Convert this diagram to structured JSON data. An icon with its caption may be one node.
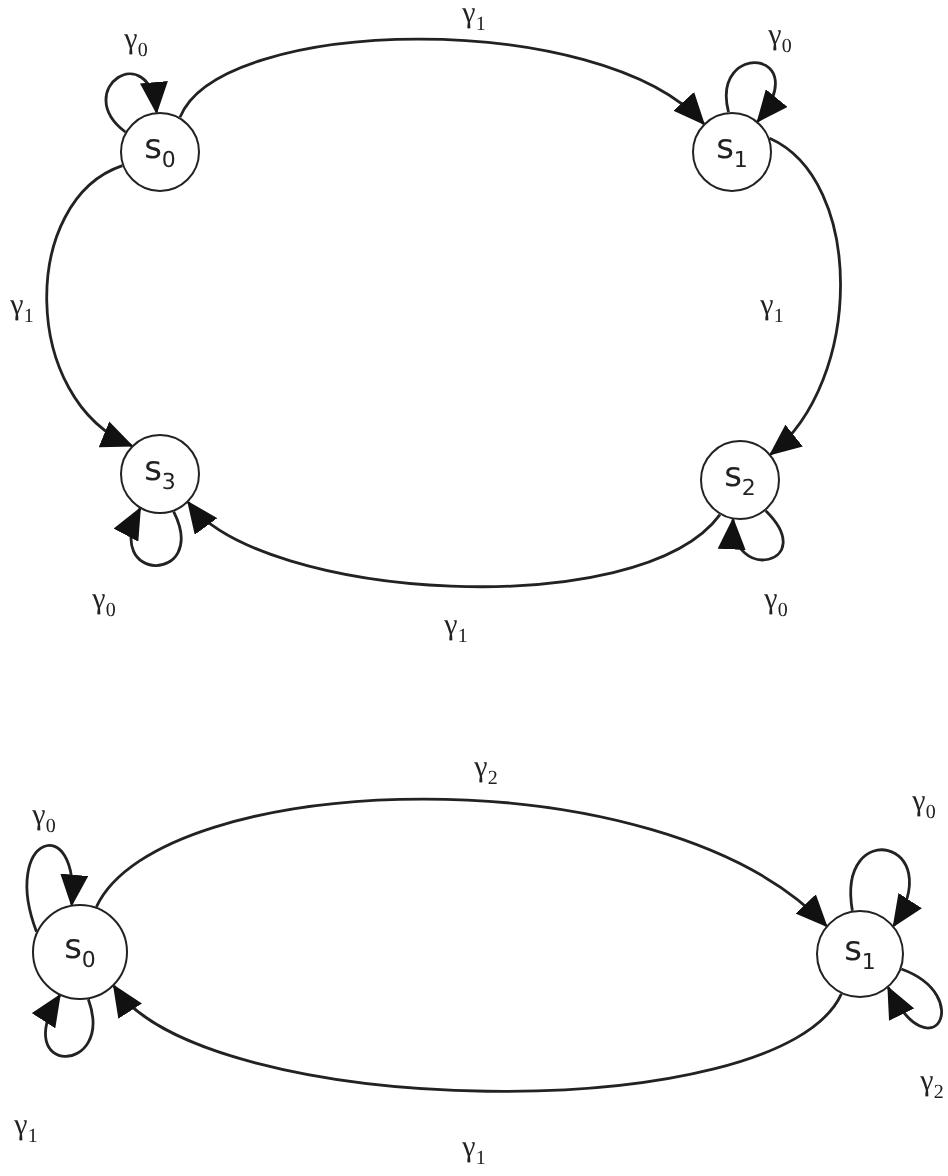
{
  "diagram": {
    "nodes": [
      {
        "text": [
          "s$_{0}$"
        ]
      },
      {
        "text": [
          "s$_{1}$"
        ]
      },
      {
        "text": [
          "s$_{2}$"
        ]
      },
      {
        "text": [
          "s$_{3}$"
        ]
      },
      {
        "text": [
          "s$_{0}$"
        ]
      },
      {
        "text": [
          "s$_{1}$"
        ]
      }
    ],
    "edges": [
      {
        "from": 0,
        "to": 1,
        "arrow": "to",
        "label": "γ$_{1}$"
      },
      {
        "from": 0,
        "to": 0,
        "arrow": "to",
        "label": "γ$_{0}$"
      },
      {
        "from": 1,
        "to": 1,
        "arrow": "to",
        "label": "γ$_{0}$"
      },
      {
        "from": 1,
        "to": 2,
        "arrow": "to",
        "label": "γ$_{1}$"
      },
      {
        "from": 0,
        "to": 3,
        "arrow": "to",
        "label": "γ$_{1}$"
      },
      {
        "from": 3,
        "to": 3,
        "arrow": "to",
        "label": "γ$_{0}$"
      },
      {
        "from": 2,
        "to": 3,
        "arrow": "to",
        "label": "γ$_{1}$"
      },
      {
        "from": 2,
        "to": 2,
        "arrow": "to",
        "label": "γ$_{0}$"
      },
      {
        "from": 4,
        "to": 5,
        "arrow": "to",
        "label": "γ$_{2}$"
      },
      {
        "from": 4,
        "to": 4,
        "arrow": "to",
        "label": "γ$_{0}$"
      },
      {
        "from": 4,
        "to": 4,
        "arrow": "to",
        "label": "γ$_{1}$"
      },
      {
        "from": 5,
        "to": 5,
        "arrow": "to",
        "label": "γ$_{0}$"
      },
      {
        "from": 5,
        "to": 5,
        "arrow": "to",
        "label": "γ$_{2}$"
      },
      {
        "from": 5,
        "to": 4,
        "arrow": "to",
        "label": "γ$_{1}$"
      }
    ]
  }
}
